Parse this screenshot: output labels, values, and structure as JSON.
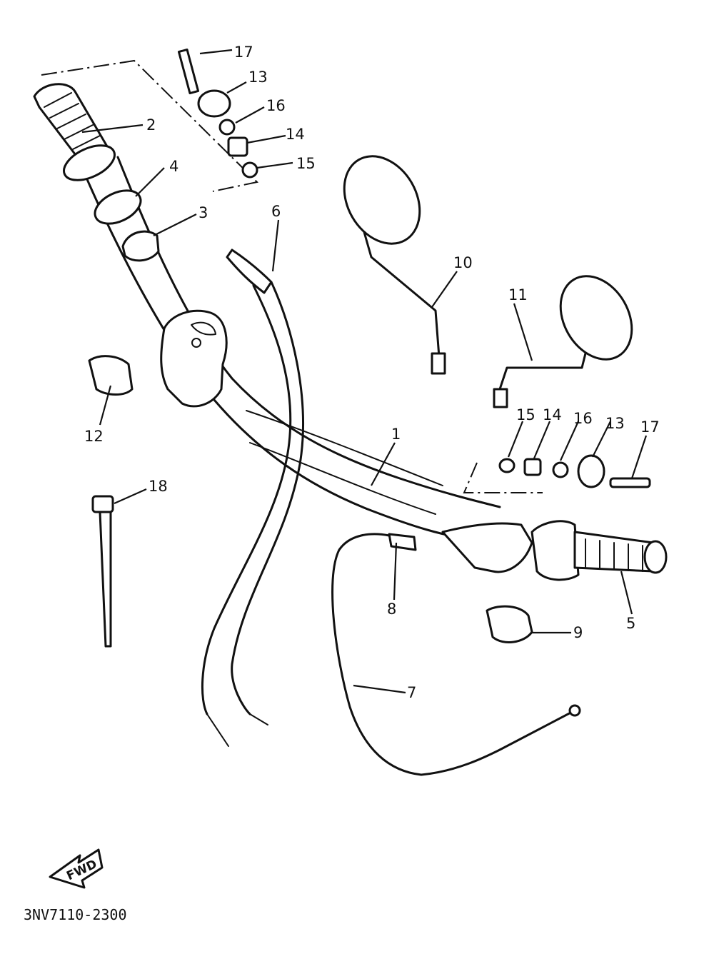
{
  "diagram": {
    "callouts": [
      {
        "id": "1",
        "text": "1"
      },
      {
        "id": "2",
        "text": "2"
      },
      {
        "id": "3",
        "text": "3"
      },
      {
        "id": "4",
        "text": "4"
      },
      {
        "id": "5",
        "text": "5"
      },
      {
        "id": "6",
        "text": "6"
      },
      {
        "id": "7",
        "text": "7"
      },
      {
        "id": "8",
        "text": "8"
      },
      {
        "id": "9",
        "text": "9"
      },
      {
        "id": "10",
        "text": "10"
      },
      {
        "id": "11",
        "text": "11"
      },
      {
        "id": "12",
        "text": "12"
      },
      {
        "id": "13a",
        "text": "13"
      },
      {
        "id": "13b",
        "text": "13"
      },
      {
        "id": "14a",
        "text": "14"
      },
      {
        "id": "14b",
        "text": "14"
      },
      {
        "id": "15a",
        "text": "15"
      },
      {
        "id": "15b",
        "text": "15"
      },
      {
        "id": "16a",
        "text": "16"
      },
      {
        "id": "16b",
        "text": "16"
      },
      {
        "id": "17a",
        "text": "17"
      },
      {
        "id": "17b",
        "text": "17"
      },
      {
        "id": "18",
        "text": "18"
      }
    ],
    "fwd_label": "FWD",
    "drawing_code": "3NV7110-2300"
  }
}
